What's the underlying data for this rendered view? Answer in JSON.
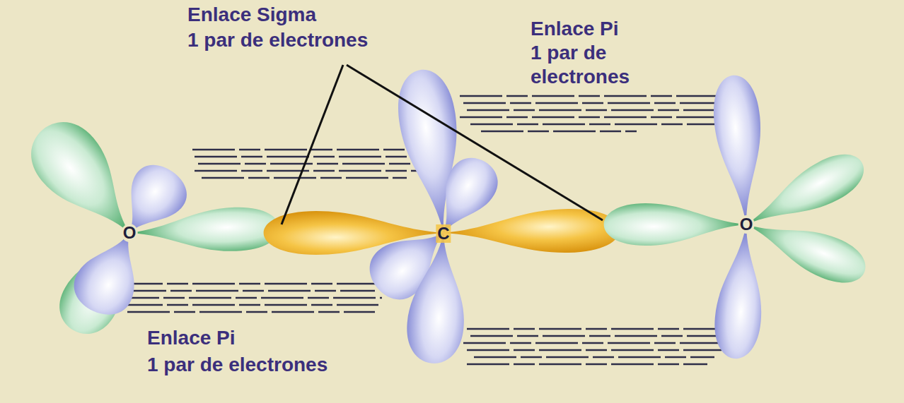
{
  "diagram": {
    "labels": [
      "Enlace Sigma",
      "1 par de electrones",
      "Enlace Pi",
      "1 par de electrones",
      "Enlace Pi",
      "1 par de electrones",
      "O",
      "C",
      "O"
    ]
  }
}
